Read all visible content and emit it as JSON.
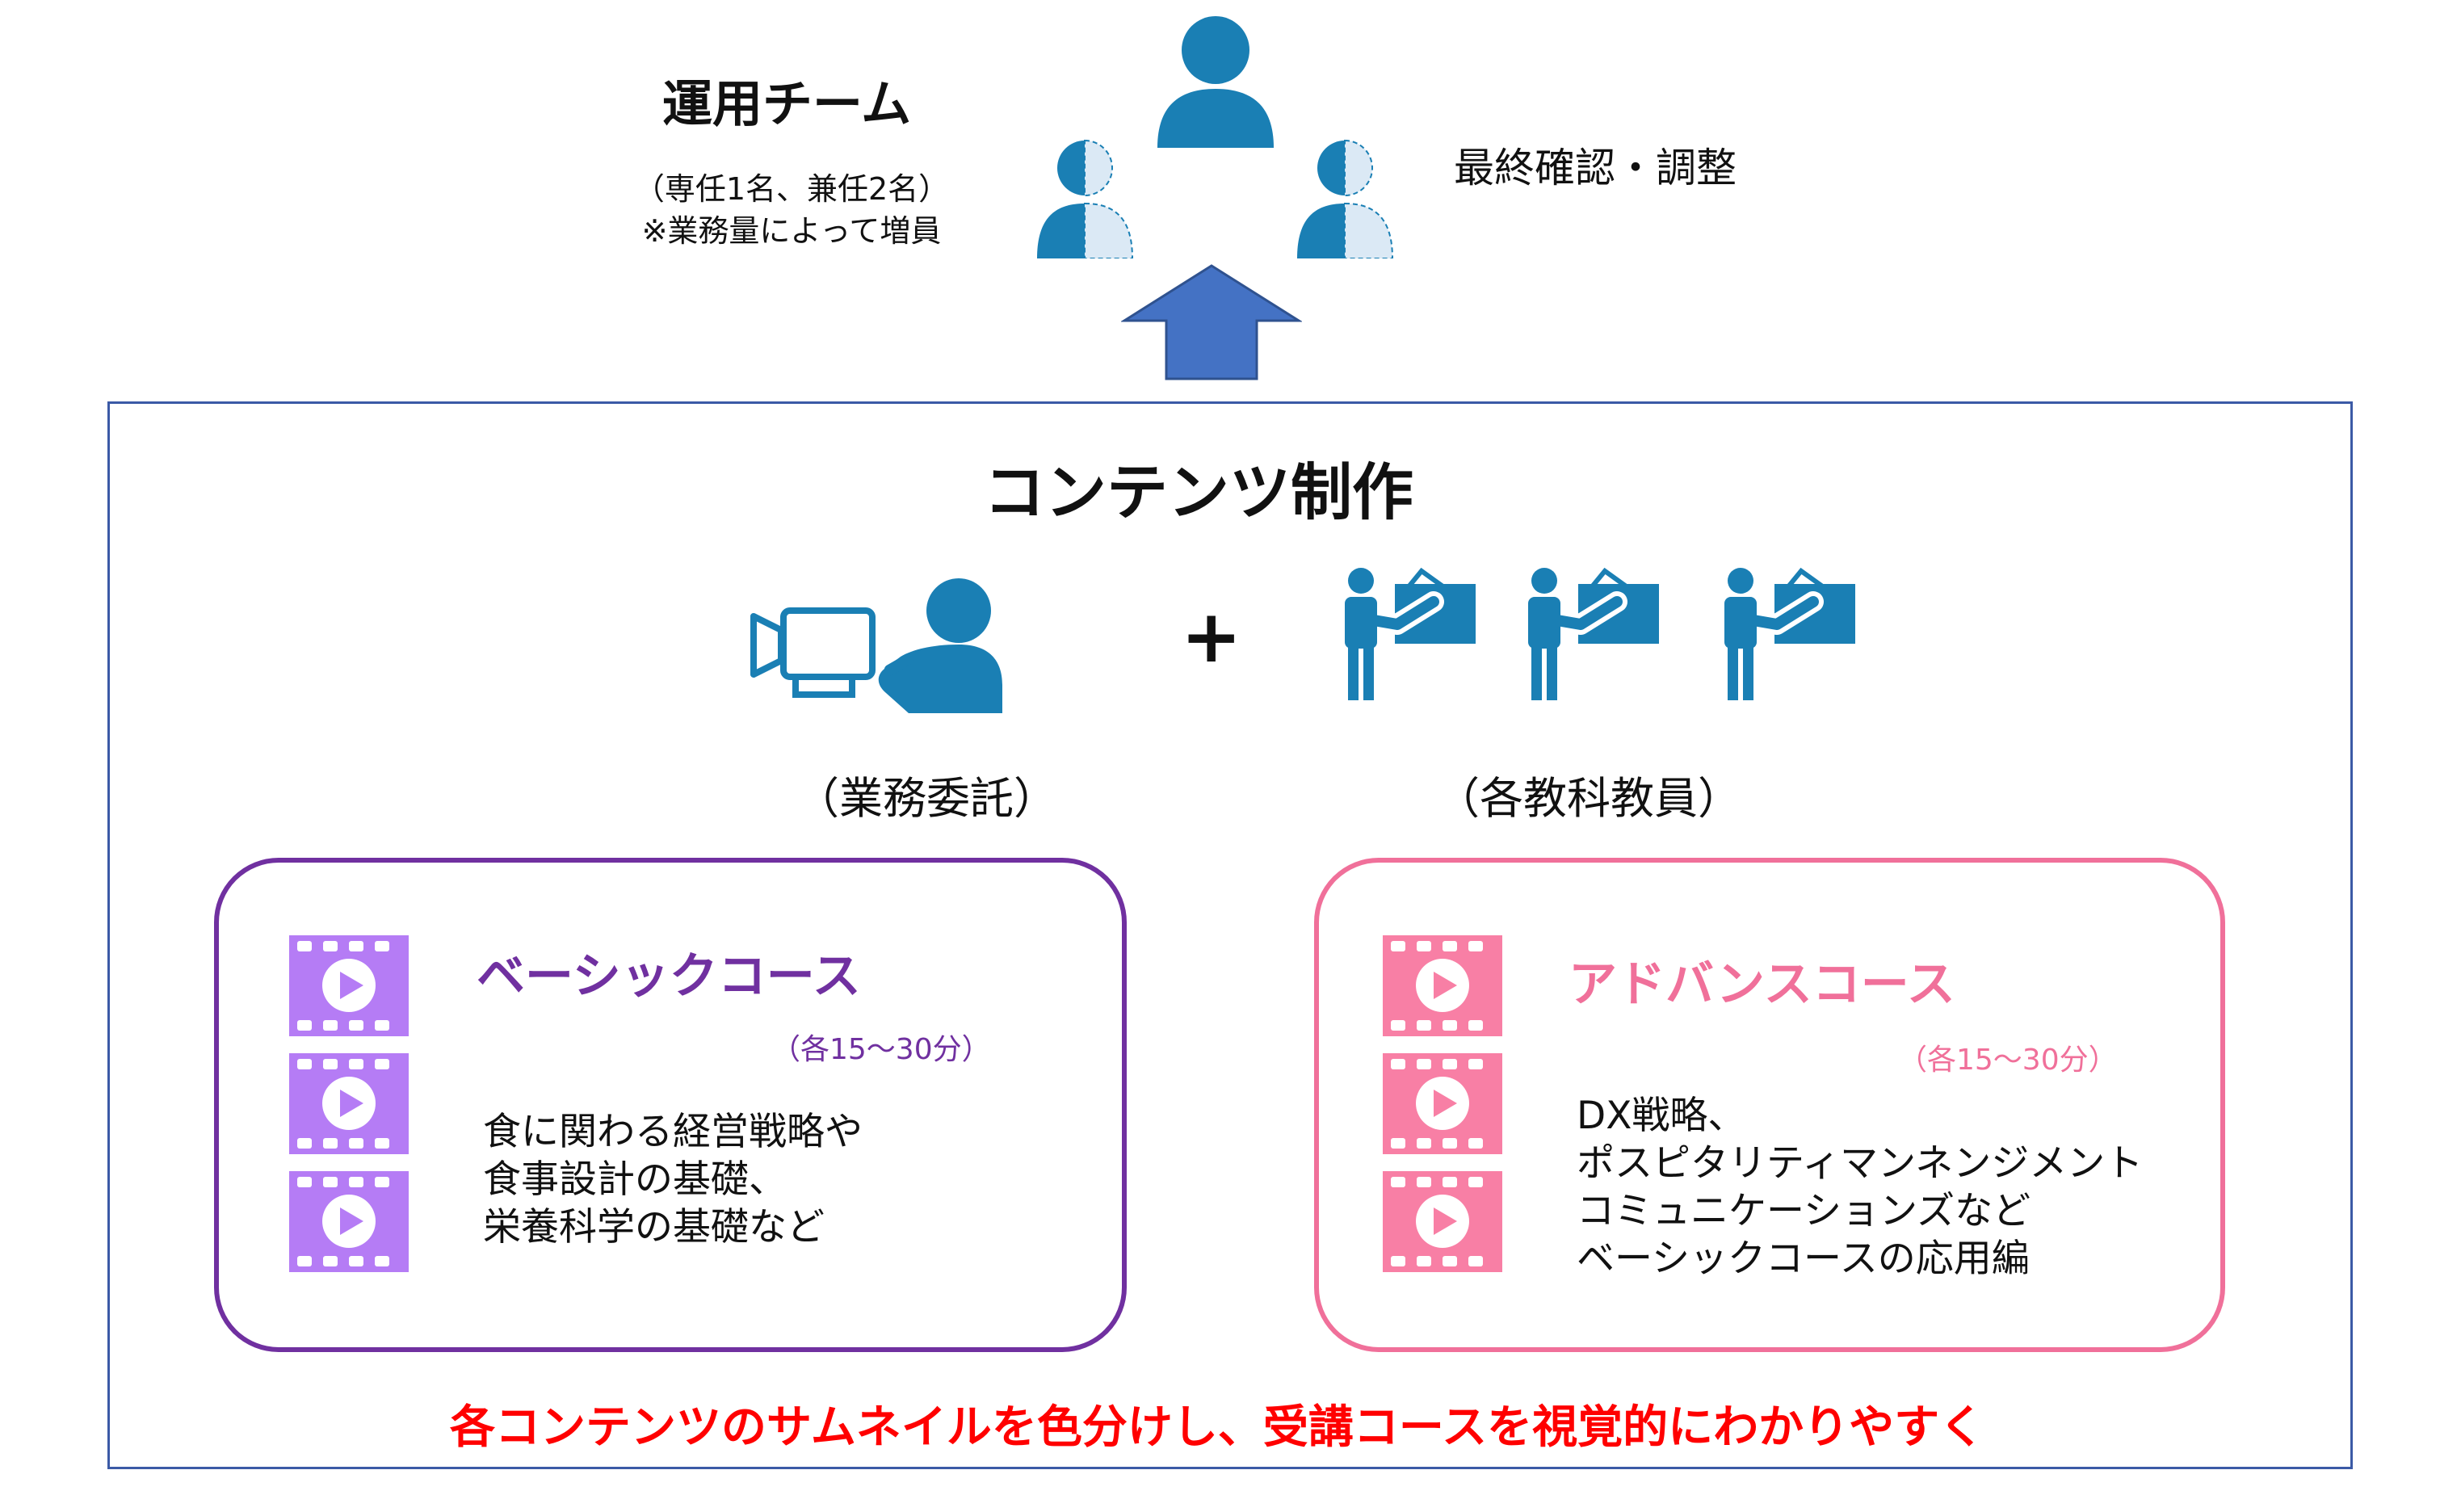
{
  "team": {
    "title": "運用チーム",
    "note_line1": "（専任1名、兼任2名）",
    "note_line2": "※業務量によって増員",
    "role": "最終確認・調整"
  },
  "content": {
    "title": "コンテンツ制作",
    "plus": "+",
    "outsource_label": "（業務委託）",
    "teachers_label": "（各教科教員）"
  },
  "courses": {
    "basic": {
      "title": "ベーシックコース",
      "duration": "（各15～30分）",
      "description": "食に関わる経営戦略や\n食事設計の基礎、\n栄養科学の基礎など",
      "color": "#7030a0",
      "thumb_color": "#b57cf5"
    },
    "advance": {
      "title": "アドバンスコース",
      "duration": "（各15～30分）",
      "description": "DX戦略、\nポスピタリティマンネンジメント\nコミュニケーションズなど\nベーシックコースの応用編",
      "color": "#f0709a",
      "thumb_color": "#f87fa5"
    }
  },
  "footer": {
    "note": "各コンテンツのサムネイルを色分けし、受講コースを視覚的にわかりやすく"
  },
  "colors": {
    "icon_blue": "#1a7fb4",
    "arrow_blue": "#4472c4",
    "frame_border": "#3b5aa6",
    "note_red": "#ff0000"
  },
  "icons": [
    "person-icon",
    "half-person-icon",
    "up-arrow-icon",
    "video-camera-person-icon",
    "teacher-board-icon",
    "video-thumbnail-icon"
  ]
}
